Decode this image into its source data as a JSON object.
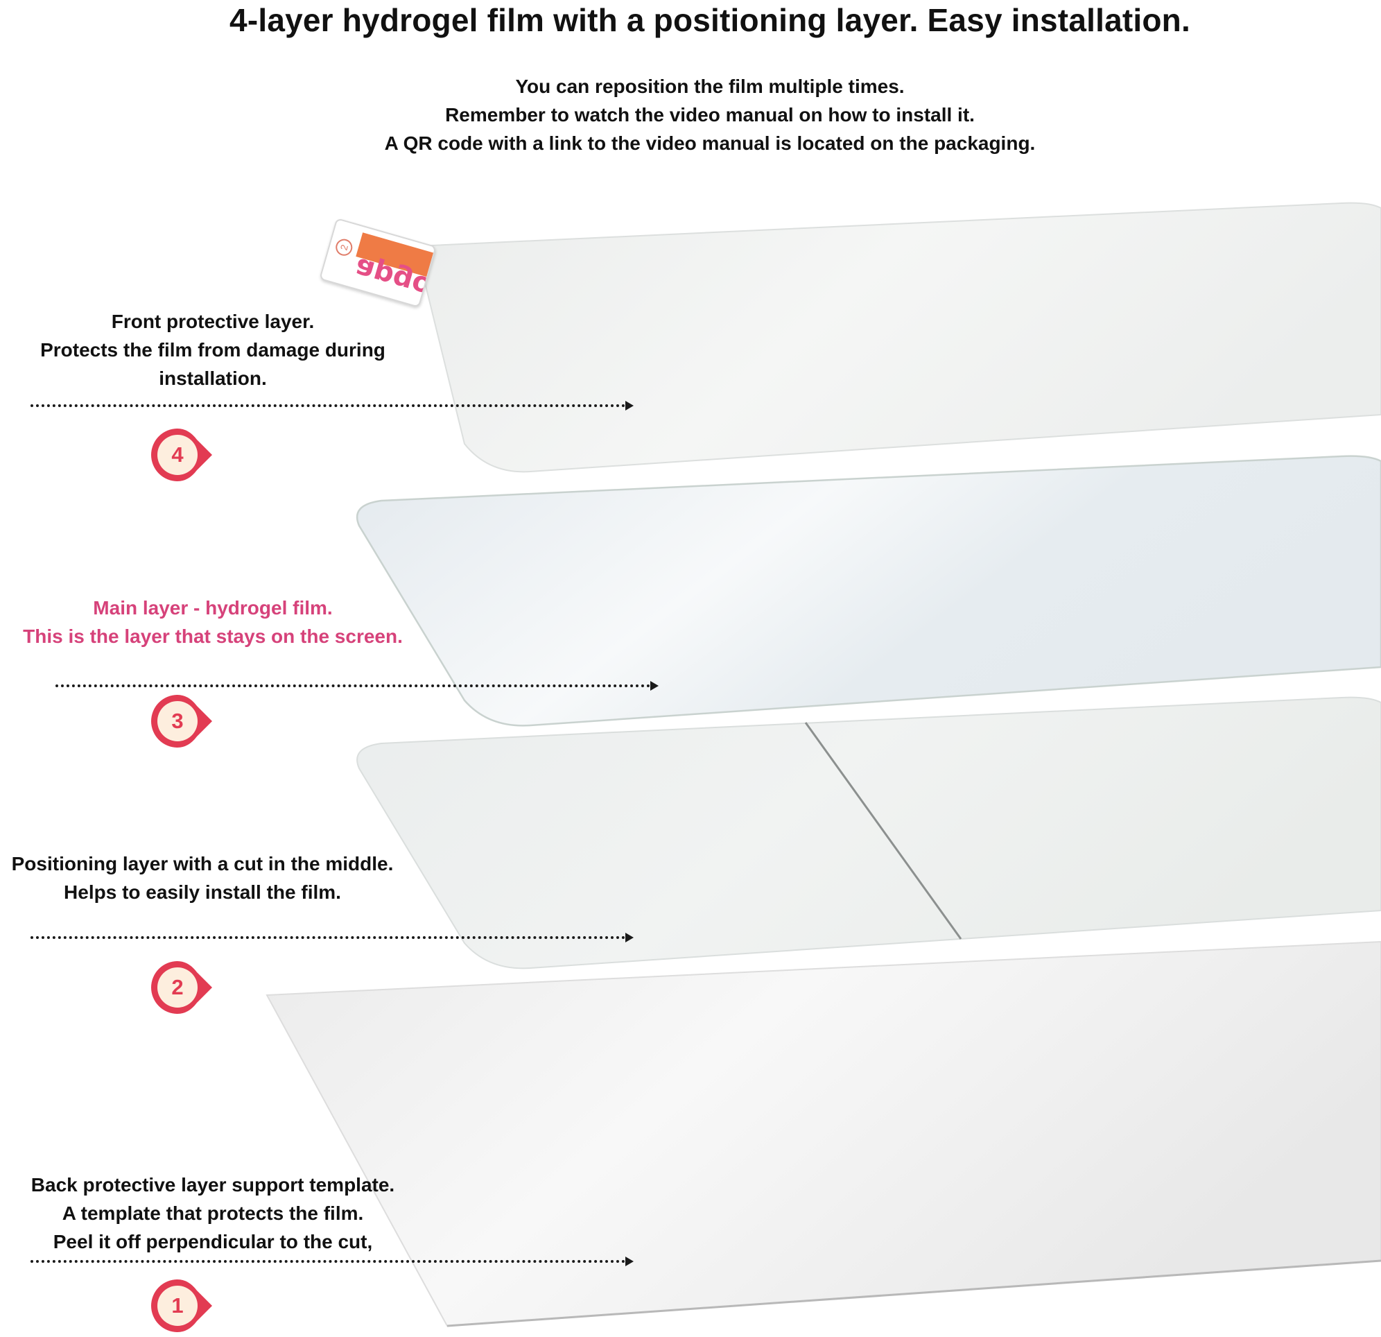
{
  "title": "4-layer hydrogel film with a positioning layer. Easy installation.",
  "intro": {
    "line1": "You can reposition the film multiple times.",
    "line2": "Remember to watch the video manual on how to install it.",
    "line3": "A QR code with a link to the video manual is located on the packaging."
  },
  "layers": [
    {
      "number": "4",
      "lines": [
        "Front protective layer.",
        "Protects the film from damage during",
        "installation."
      ],
      "highlight": false
    },
    {
      "number": "3",
      "lines": [
        "Main layer - hydrogel film.",
        "This is the layer that stays on the screen."
      ],
      "highlight": true
    },
    {
      "number": "2",
      "lines": [
        "Positioning layer with a cut in the middle.",
        "Helps to easily install the film."
      ],
      "highlight": false
    },
    {
      "number": "1",
      "lines": [
        "Back protective layer support template.",
        "A template that protects the film.",
        "Peel it off perpendicular to the cut,"
      ],
      "highlight": false
    }
  ],
  "tab": {
    "number": "2",
    "brand": "apgo"
  },
  "colors": {
    "accent_text": "#d6427a",
    "badge": "#e23b52",
    "tab_stripe": "#ef7b45",
    "brand": "#e54f86"
  }
}
